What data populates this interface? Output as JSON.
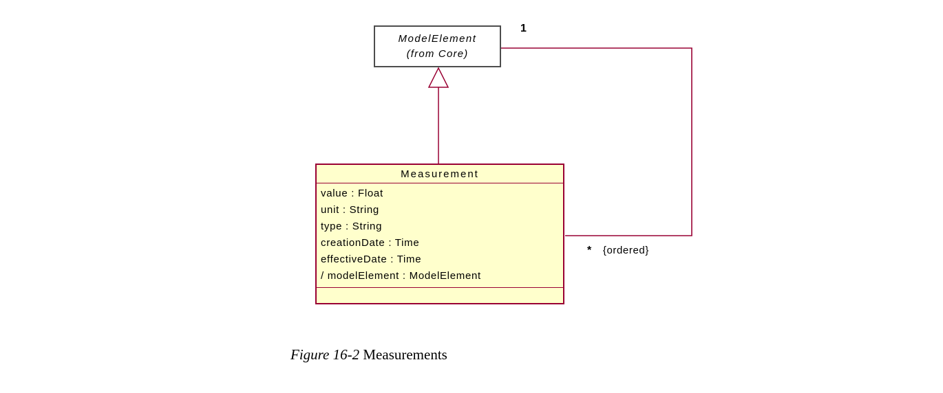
{
  "diagram": {
    "model_element_class": {
      "name": "ModelElement",
      "package": "(from Core)"
    },
    "measurement_class": {
      "name": "Measurement",
      "attributes": [
        "value : Float",
        "unit : String",
        "type : String",
        "creationDate : Time",
        "effectiveDate : Time",
        "/ modelElement : ModelElement"
      ]
    },
    "association": {
      "source_multiplicity": "1",
      "target_multiplicity": "*",
      "constraint": "{ordered}"
    }
  },
  "caption": {
    "figure_label": "Figure 16-2",
    "title": " Measurements"
  },
  "colors": {
    "line": "#990033",
    "class_fill": "#ffffcc",
    "class_border": "#990033",
    "box_border": "#4d4d4d",
    "text": "#000000"
  }
}
